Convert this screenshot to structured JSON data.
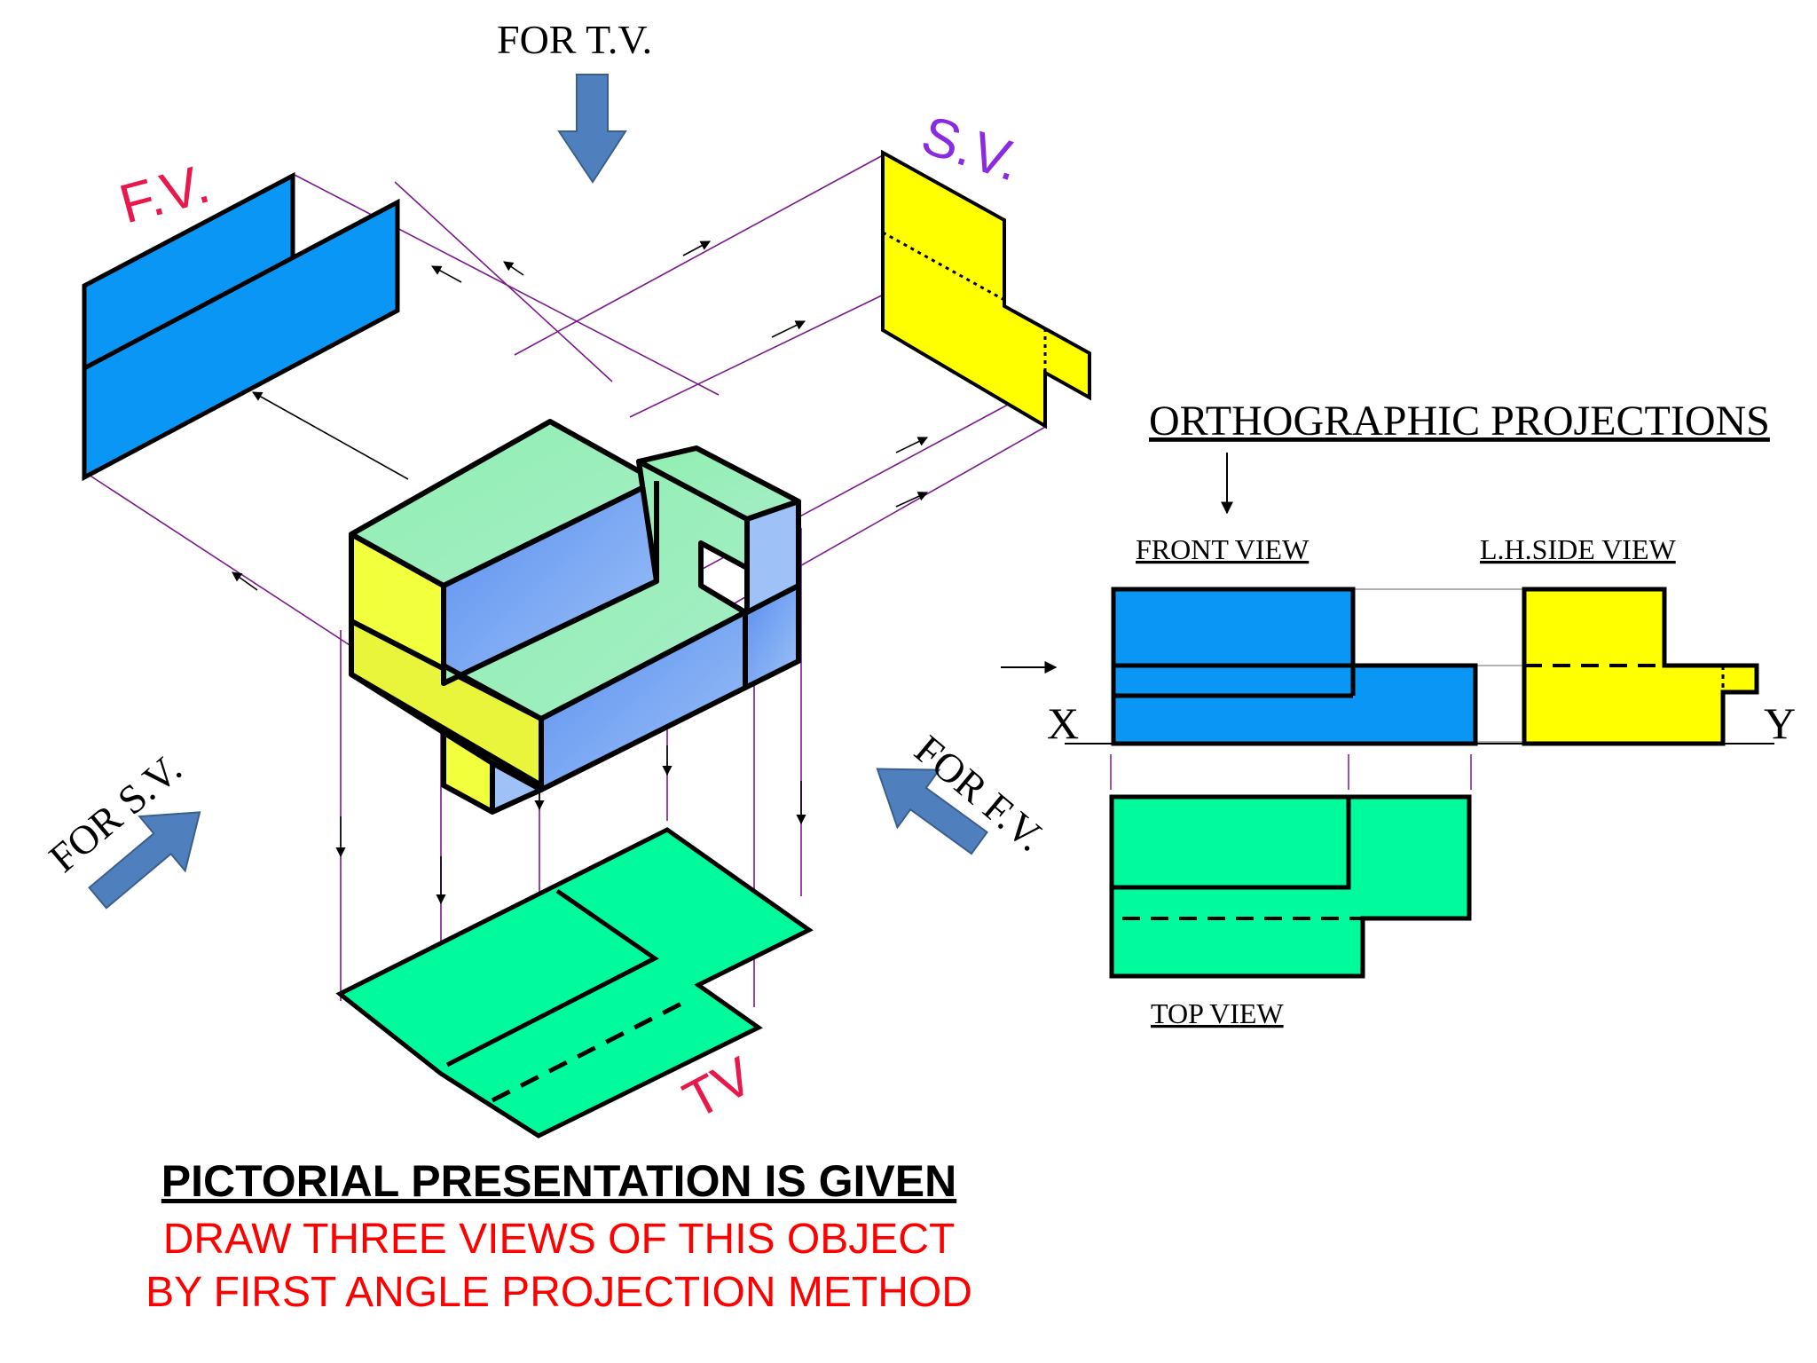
{
  "pictorial": {
    "for_tv": "FOR T.V.",
    "for_sv": "FOR S.V.",
    "for_fv": "FOR F.V.",
    "fv_label": "F.V.",
    "sv_label": "S.V.",
    "tv_label": "TV"
  },
  "orthographic": {
    "heading": "ORTHOGRAPHIC PROJECTIONS",
    "front_view": "FRONT VIEW",
    "side_view": "L.H.SIDE VIEW",
    "top_view": "TOP VIEW",
    "x_label": "X",
    "y_label": "Y"
  },
  "caption": {
    "line1": "PICTORIAL PRESENTATION IS GIVEN",
    "line2": "DRAW THREE VIEWS OF THIS OBJECT",
    "line3": "BY FIRST ANGLE PROJECTION METHOD"
  },
  "colors": {
    "fv_blue": "#0a96f5",
    "sv_yellow": "#ffff00",
    "tv_green": "#00fa9c",
    "arrow_blue": "#4f80bd",
    "label_red": "#e8194a",
    "label_violet": "#8a2be2",
    "projector": "#7a1a8c",
    "caption_red": "#ff0000"
  }
}
